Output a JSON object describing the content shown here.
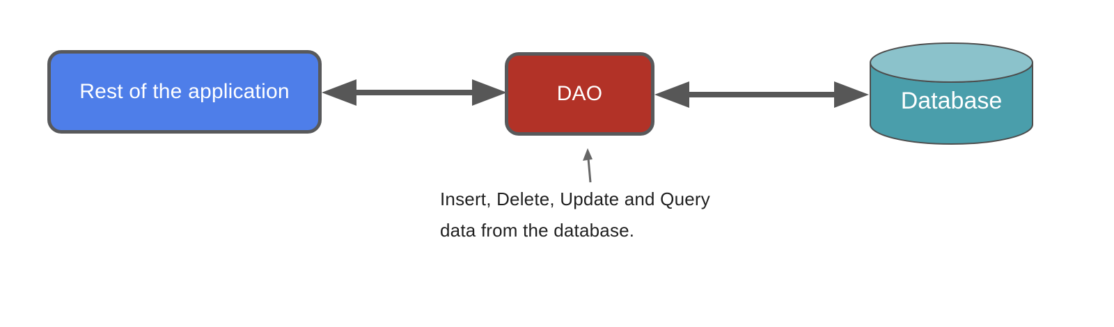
{
  "diagram": {
    "background": "#ffffff",
    "nodes": [
      {
        "id": "rest-of-application",
        "shape": "rounded-rect",
        "label": "Rest of the application",
        "fill": "#4e7ee9",
        "border_color": "#58595b",
        "text_color": "#ffffff"
      },
      {
        "id": "dao",
        "shape": "rounded-rect",
        "label": "DAO",
        "fill": "#b23227",
        "border_color": "#58595b",
        "text_color": "#ffffff"
      },
      {
        "id": "database",
        "shape": "cylinder",
        "label": "Database",
        "fill": "#4a9eab",
        "top_fill": "#8bc2cb",
        "border_color": "#4d4d4d",
        "text_color": "#ffffff"
      }
    ],
    "connectors": [
      {
        "from": "rest-of-application",
        "to": "dao",
        "style": "double-headed",
        "color": "#575757"
      },
      {
        "from": "dao",
        "to": "database",
        "style": "double-headed",
        "color": "#575757"
      }
    ],
    "annotation": {
      "line1": "Insert, Delete, Update and Query",
      "line2": "data from the database.",
      "text_color": "#1f1f1f",
      "arrow_color": "#666666"
    }
  }
}
